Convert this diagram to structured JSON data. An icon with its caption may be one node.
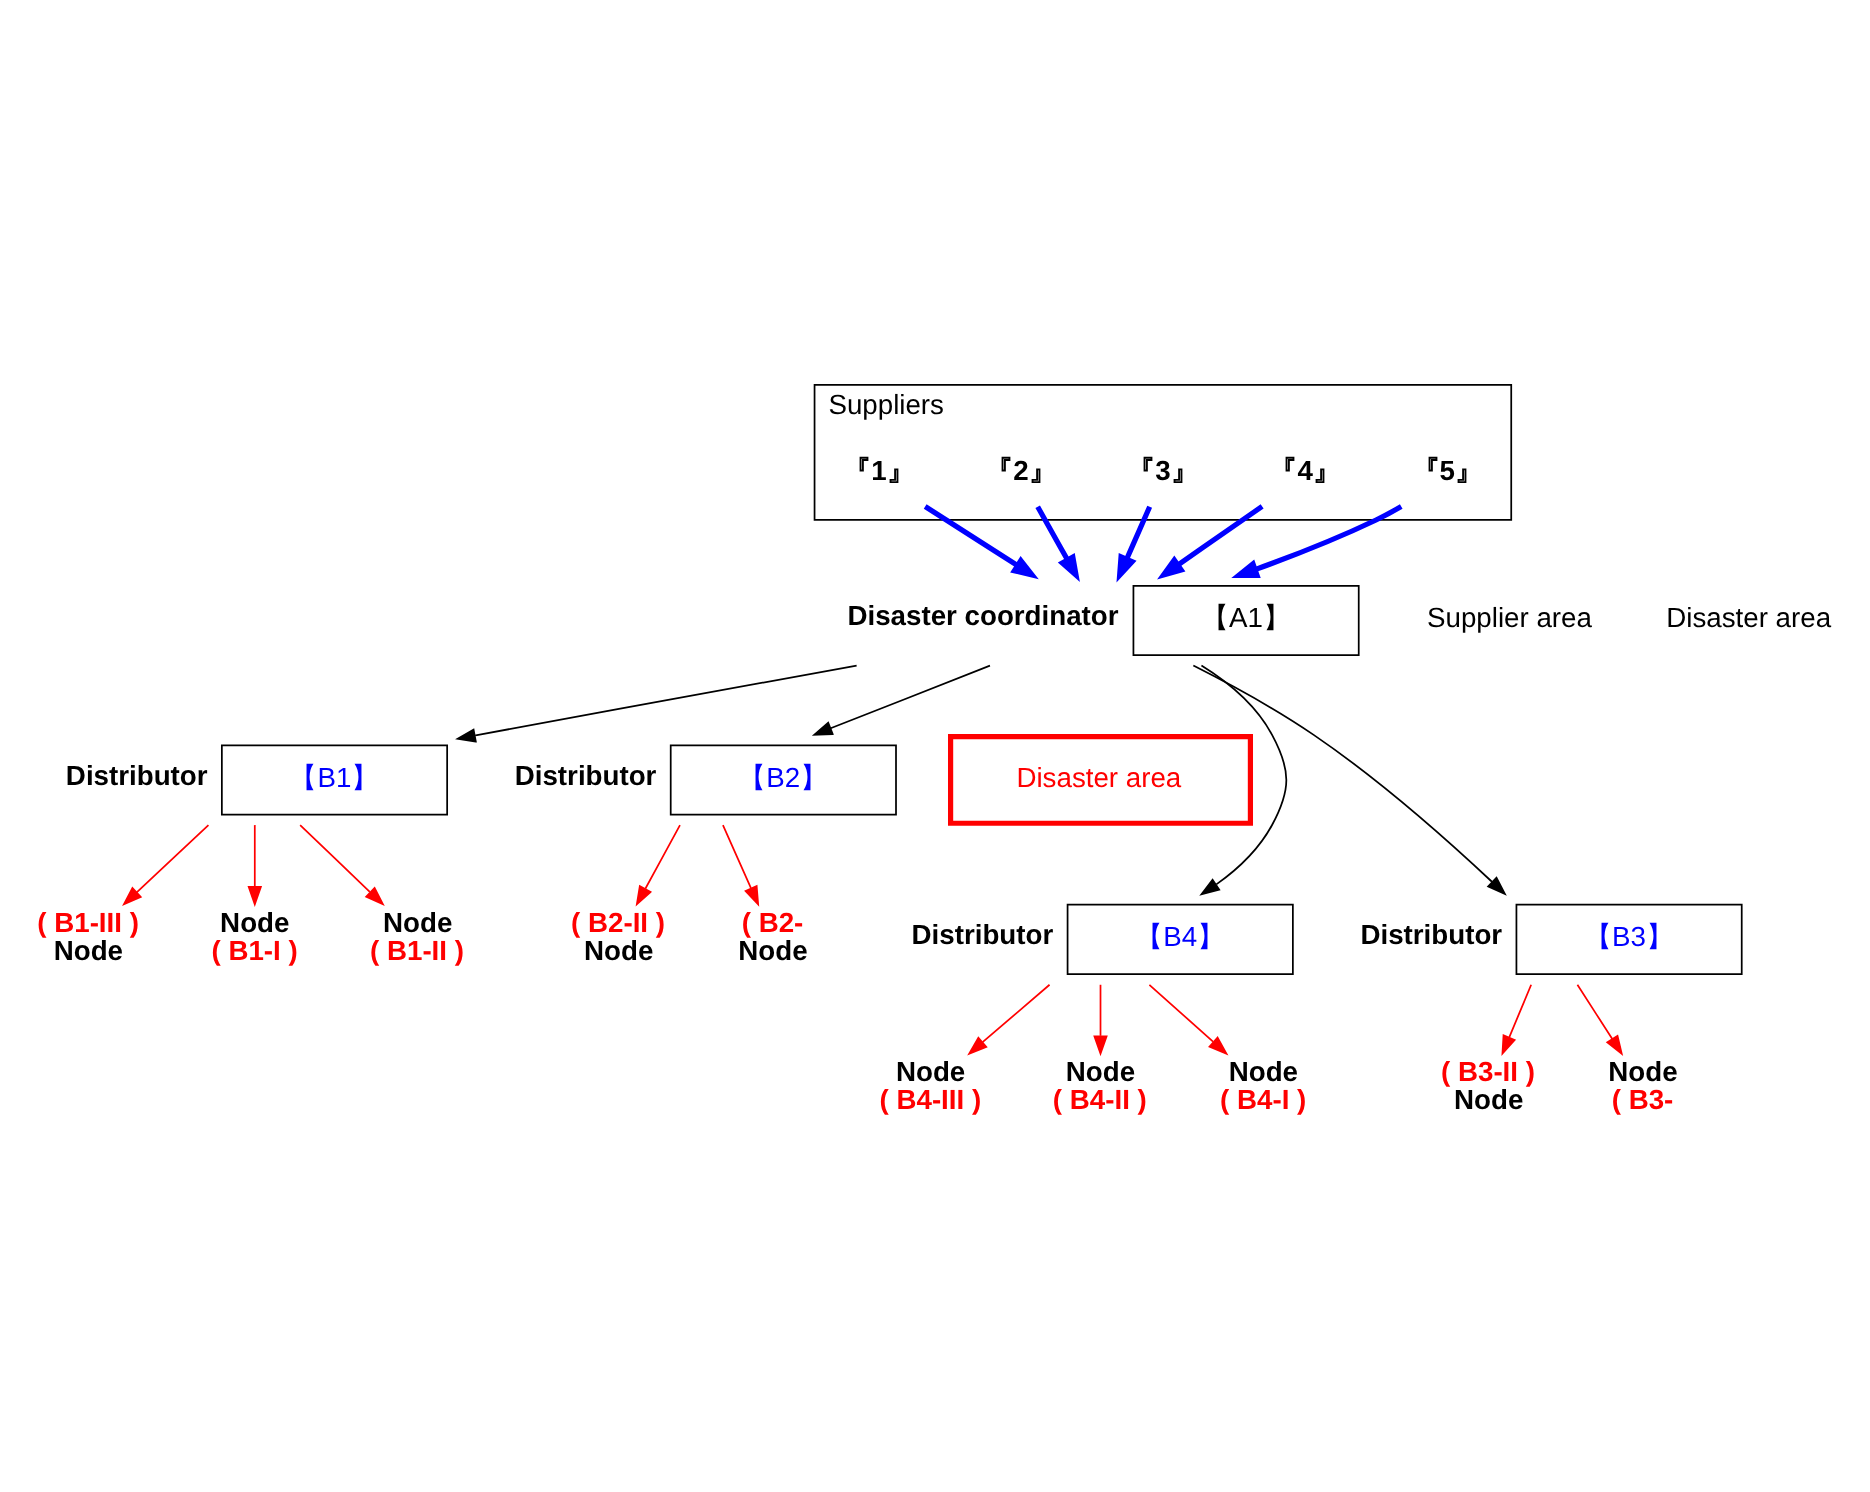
{
  "diagram": {
    "nodes": [
      {
        "text": [
          "Suppliers"
        ]
      },
      {
        "text": [
          "『1』"
        ],
        "in": 0
      },
      {
        "text": [
          "『2』"
        ],
        "in": 0
      },
      {
        "text": [
          "『3』"
        ],
        "in": 0
      },
      {
        "text": [
          "『4』"
        ],
        "in": 0
      },
      {
        "text": [
          "『5』"
        ],
        "in": 0
      },
      {
        "text": [
          "【A1】"
        ],
        "beside": [
          "Disaster coordinator"
        ]
      },
      {
        "text": [
          "【B2】"
        ],
        "beside": [
          "Distributor"
        ]
      },
      {
        "text": [
          "Node",
          "( B1-I )"
        ]
      },
      {
        "text": [
          "( B2-",
          "Node"
        ]
      },
      {
        "text": [
          "Node",
          "( B1-II )"
        ]
      },
      {
        "text": [
          "( B2-II )",
          "Node"
        ]
      },
      {
        "text": [
          "【B1】"
        ],
        "beside": [
          "Distributor"
        ]
      },
      {
        "text": [
          "Node",
          "( B3-"
        ]
      },
      {
        "text": [
          "( B1-III )",
          "Node"
        ]
      },
      {
        "text": [
          "Disaster area"
        ]
      },
      {
        "text": [
          "( B3-II )",
          "Node"
        ]
      },
      {
        "text": [
          "Node",
          "( B4-II )"
        ]
      },
      {
        "text": [
          "Node",
          "( B4-I )"
        ]
      },
      {
        "text": [
          "Node",
          "( B4-III )"
        ]
      },
      {
        "text": [
          "【B4】"
        ],
        "beside": [
          "Distributor"
        ]
      },
      {
        "text": [
          "【B3】"
        ],
        "beside": [
          "Distributor"
        ]
      }
    ],
    "edges": [
      {
        "from": 1,
        "to": 6,
        "arrow": "to",
        "style": "thick",
        "color": "#0000ff"
      },
      {
        "from": 2,
        "to": 6,
        "arrow": "to",
        "style": "thick",
        "color": "#0000ff"
      },
      {
        "from": 3,
        "to": 6,
        "arrow": "to",
        "style": "thick",
        "color": "#0000ff"
      },
      {
        "from": 4,
        "to": 6,
        "arrow": "to",
        "style": "thick",
        "color": "#0000ff"
      },
      {
        "from": 5,
        "to": 6,
        "arrow": "to",
        "style": "thick",
        "color": "#0000ff"
      },
      {
        "from": 6,
        "to": 7,
        "arrow": "to",
        "color": "#000000"
      },
      {
        "from": 6,
        "to": 12,
        "arrow": "to",
        "color": "#000000"
      },
      {
        "from": 6,
        "to": 20,
        "arrow": "to",
        "color": "#000000"
      },
      {
        "from": 6,
        "to": 21,
        "arrow": "to",
        "color": "#000000"
      },
      {
        "from": 12,
        "to": 8,
        "arrow": "to"
      },
      {
        "from": 12,
        "to": 10,
        "arrow": "to"
      },
      {
        "from": 12,
        "to": 14,
        "arrow": "to"
      },
      {
        "from": 7,
        "to": 9,
        "arrow": "to"
      },
      {
        "from": 7,
        "to": 11,
        "arrow": "to"
      },
      {
        "from": 20,
        "to": 17,
        "arrow": "to"
      },
      {
        "from": 20,
        "to": 18,
        "arrow": "to"
      },
      {
        "from": 20,
        "to": 19,
        "arrow": "to"
      },
      {
        "from": 21,
        "to": 16,
        "arrow": "to"
      },
      {
        "from": 21,
        "to": 13,
        "arrow": "to"
      }
    ],
    "labels": [
      "Supplier area",
      "Disaster area"
    ]
  }
}
